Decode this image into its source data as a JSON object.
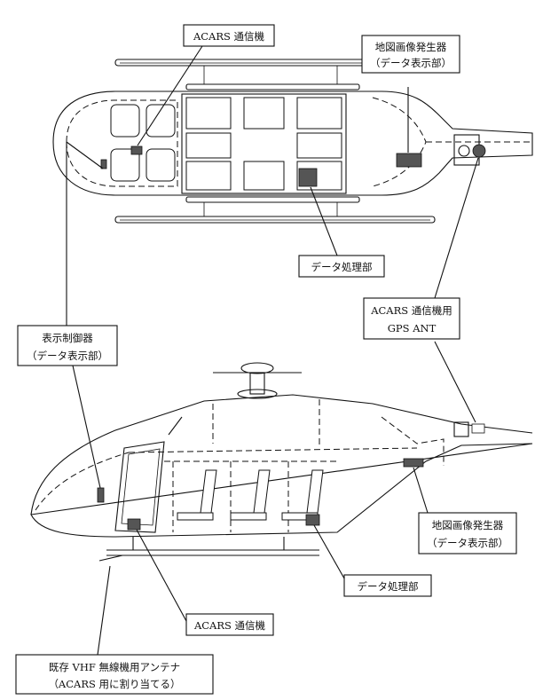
{
  "labels": {
    "acars_top": "ACARS 通信機",
    "map_gen_top_1": "地図画像発生器",
    "map_gen_top_2": "（データ表示部）",
    "data_proc_top": "データ処理部",
    "gps_ant_1": "ACARS 通信機用",
    "gps_ant_2": "GPS ANT",
    "display_ctrl_1": "表示制御器",
    "display_ctrl_2": "（データ表示部）",
    "map_gen_side_1": "地図画像発生器",
    "map_gen_side_2": "（データ表示部）",
    "data_proc_side": "データ処理部",
    "acars_side": "ACARS 通信機",
    "vhf_ant_1": "既存 VHF  無線機用アンテナ",
    "vhf_ant_2": "（ACARS 用に割り当てる）"
  }
}
